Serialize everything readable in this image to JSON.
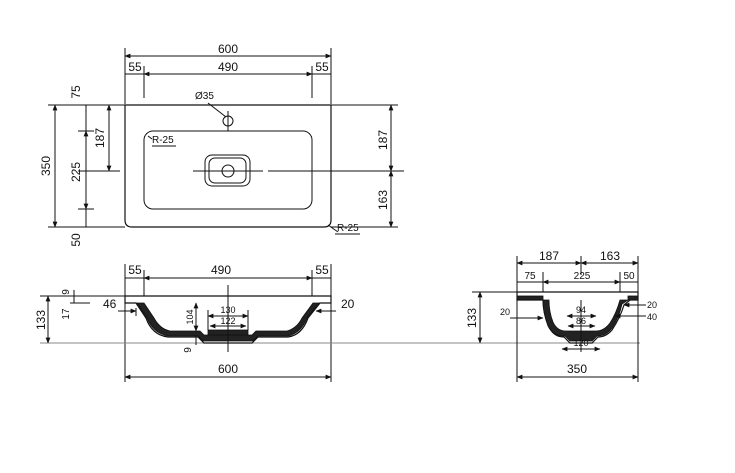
{
  "top_view": {
    "width_total": "600",
    "inner_width": "490",
    "margin_left": "55",
    "margin_right": "55",
    "hole_label": "Ø35",
    "depth_total": "350",
    "back_margin": "75",
    "front_margin": "50",
    "inner_depth": "225",
    "drain_from_back": "187",
    "drain_to_front": "163",
    "radius_inner": "R-25",
    "radius_outer": "R-25"
  },
  "front_view": {
    "inner_width": "490",
    "margin_left": "55",
    "margin_right": "55",
    "height_total": "133",
    "rim_thickness": "9",
    "rim_step": "17",
    "left_rim": "46",
    "right_rim": "20",
    "bowl_depth": "104",
    "drain_outer": "130",
    "drain_inner": "122",
    "bottom_thickness": "9",
    "width_total": "600"
  },
  "side_view": {
    "drain_from_back": "187",
    "drain_to_front": "163",
    "back_margin": "75",
    "inner_depth": "225",
    "front_margin": "50",
    "height_total": "133",
    "left_wall": "20",
    "right_top": "20",
    "right_lower": "40",
    "drain_a": "94",
    "drain_b": "86",
    "drain_c": "120",
    "depth_total": "350"
  }
}
